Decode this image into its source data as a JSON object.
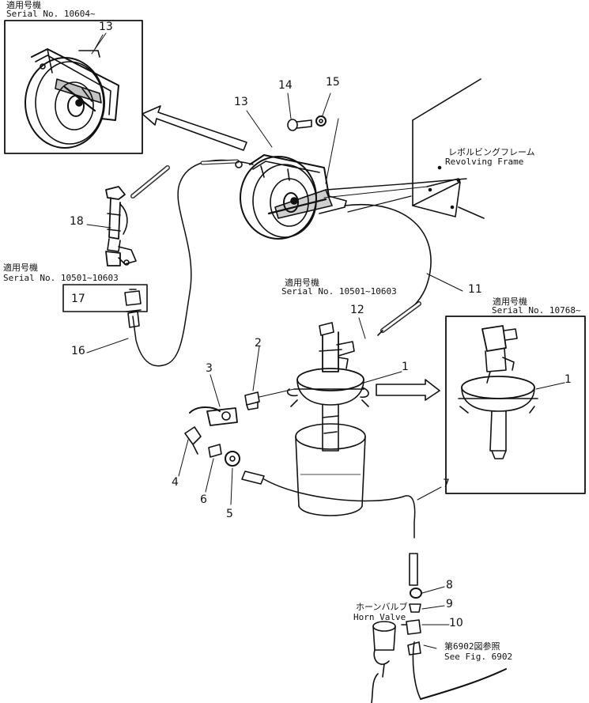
{
  "callouts": {
    "inset_top_left": {
      "jp": "適用号機",
      "serial": "Serial No. 10604~"
    },
    "gun_serial": {
      "jp": "適用号機",
      "serial": "Serial No. 10501~10603"
    },
    "part12_serial": {
      "jp": "適用号機",
      "serial": "Serial No. 10501~10603"
    },
    "inset_right": {
      "jp": "適用号機",
      "serial": "Serial No. 10768~"
    },
    "revolving_frame": {
      "jp": "レボルビングフレーム",
      "en": "Revolving Frame"
    },
    "horn_valve": {
      "jp": "ホーンバルブ",
      "en": "Horn Valve"
    },
    "see_fig": {
      "jp": "第6902図参照",
      "en": "See Fig. 6902"
    }
  },
  "part_numbers": {
    "p1": "1",
    "p1b": "1",
    "p2": "2",
    "p3": "3",
    "p4": "4",
    "p5": "5",
    "p6": "6",
    "p7": "7",
    "p8": "8",
    "p9": "9",
    "p10": "10",
    "p11": "11",
    "p12": "12",
    "p13a": "13",
    "p13b": "13",
    "p14": "14",
    "p15": "15",
    "p16": "16",
    "p17": "17",
    "p18": "18"
  },
  "colors": {
    "ink": "#111111",
    "paper": "#ffffff"
  }
}
